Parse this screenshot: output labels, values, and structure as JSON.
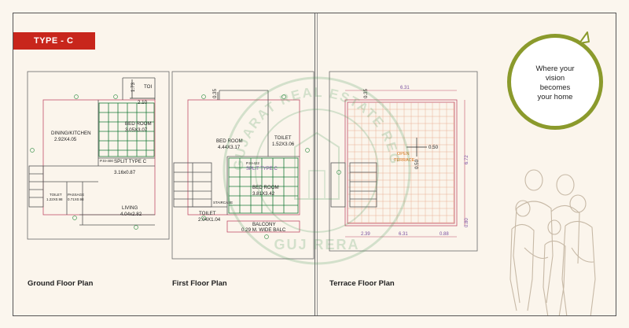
{
  "type_tag": "TYPE - C",
  "tagline": [
    "Where your",
    "vision",
    "becomes",
    "your home"
  ],
  "plans": {
    "ground": {
      "caption": "Ground Floor Plan",
      "dim_height": "1.73",
      "dim_width": "2.10",
      "toi": "TOI",
      "dining_name": "DINING/KITCHEN",
      "dining_size": "2.92X4.05",
      "bed_name": "BED ROOM",
      "bed_size": "3.05X3.07",
      "marker": "P.SI-400",
      "split_name": "SPLIT TYPE C",
      "split_size": "3.16x0.87",
      "toilet_name": "TOILET",
      "toilet_size": "1.22X0.98",
      "passage_name": "PASSAGE",
      "passage_size": "0.71X0.98",
      "living_name": "LIVING",
      "living_size": "4.04x2.82"
    },
    "first": {
      "caption": "First Floor Plan",
      "dim": "0.35",
      "bed1_name": "BED ROOM",
      "bed1_size": "4.44X3.17",
      "toilet1_name": "TOILET",
      "toilet1_size": "1.52X3.06",
      "marker": "P.SI-422",
      "split_name": "SPLIT TYPE C",
      "bed2_name": "BED ROOM",
      "bed2_size": "3.81X3.42",
      "staircase": "STAIRCASE",
      "toilet2_name": "TOILET",
      "toilet2_size": "2.04X1.04",
      "balcony_name": "BALCONY",
      "balcony_note": "0.29 M. WIDE BALC"
    },
    "terrace": {
      "caption": "Terrace Floor Plan",
      "dim_top": "6.31",
      "dim_v": "0.35",
      "dim_right": "6.72",
      "dim_right2": "0.80",
      "open_terrace": [
        "OPEN",
        "TERRACE"
      ],
      "center_h": "0.50",
      "center_v": "0.50",
      "bottom_left": "2.39",
      "bottom_mid": "6.31",
      "bottom_right": "0.88"
    }
  },
  "watermark": {
    "arc_text": "GUJARAT REAL ESTATE REGULATORY AUTHORITY",
    "bottom_text": "GUJ RERA"
  },
  "colors": {
    "accent": "#c8261c",
    "olive": "#8b9a2c",
    "wall": "#6a6a6a",
    "wall_pink": "#c2506a",
    "watermark": "#4a9a5a"
  }
}
